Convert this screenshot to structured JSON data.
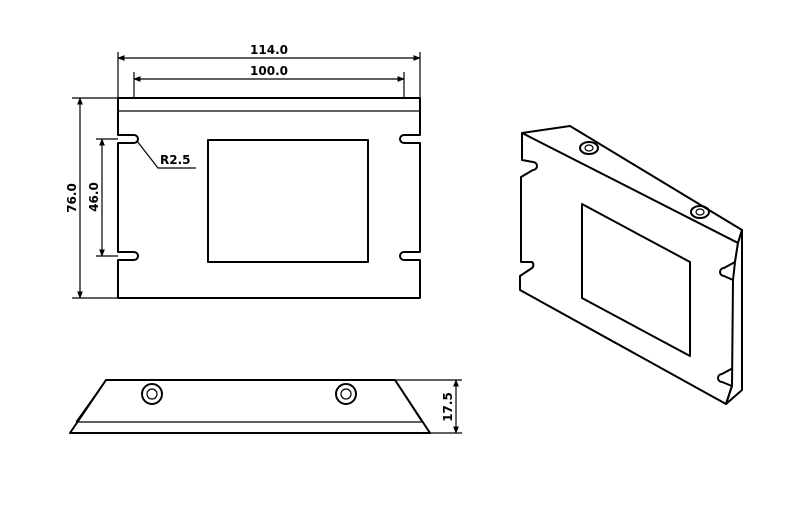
{
  "dimensions": {
    "overall_width": "114.0",
    "slot_span": "100.0",
    "overall_height": "76.0",
    "slot_height": "46.0",
    "corner_radius": "R2.5",
    "depth": "17.5"
  },
  "colors": {
    "line": "#000000",
    "background": "#ffffff"
  }
}
